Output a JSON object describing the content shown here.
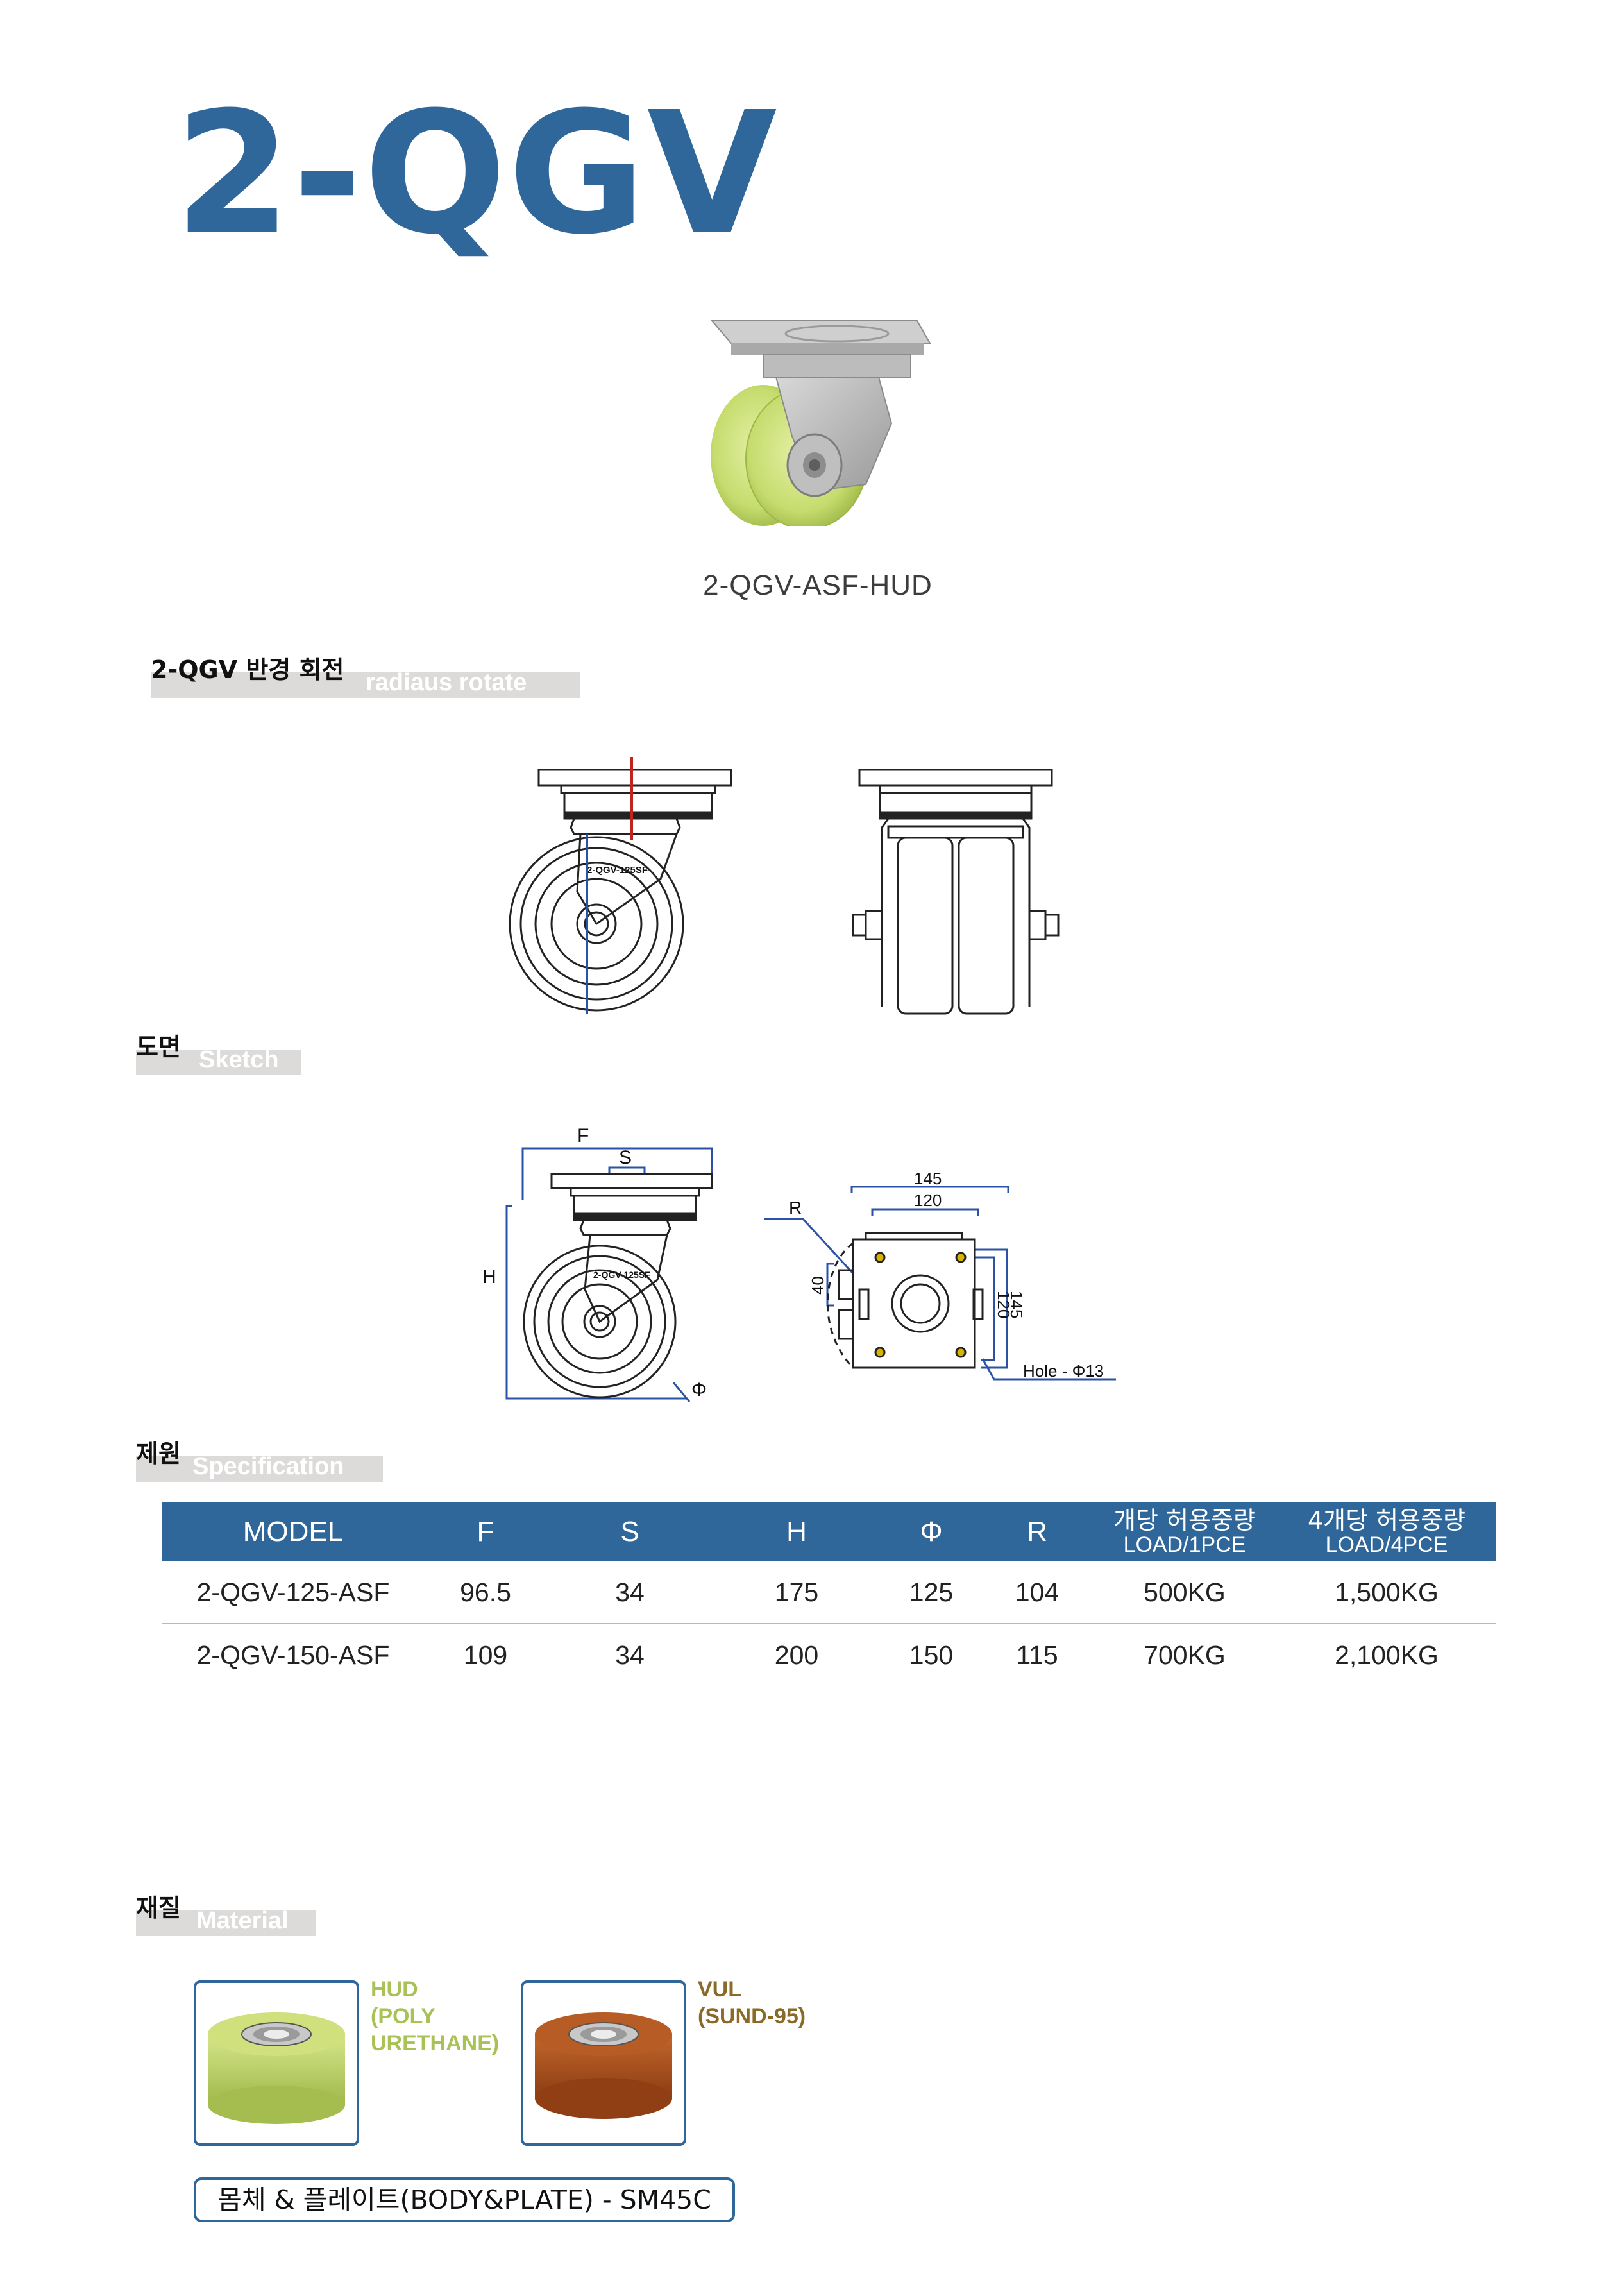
{
  "title": "2-QGV",
  "product_caption": "2-QGV-ASF-HUD",
  "sections": {
    "rotate": {
      "ko": "2-QGV 반경 회전",
      "en": "radiaus rotate"
    },
    "sketch": {
      "ko": "도면",
      "en": "Sketch"
    },
    "spec": {
      "ko": "제원",
      "en": "Specification"
    },
    "material": {
      "ko": "재질",
      "en": "Material"
    }
  },
  "drawing_labels": {
    "wheel_marking": "2-QGV-125SF",
    "F": "F",
    "S": "S",
    "H": "H",
    "phi": "Φ",
    "R": "R",
    "dim_145_top": "145",
    "dim_120_top": "120",
    "dim_40": "40",
    "dim_120_side": "120",
    "dim_145_side": "145",
    "hole": "Hole - Φ13"
  },
  "spec_table": {
    "headers": {
      "model": "MODEL",
      "F": "F",
      "S": "S",
      "H": "H",
      "phi": "Φ",
      "R": "R",
      "load1_ko": "개당 허용중량",
      "load1_en": "LOAD/1PCE",
      "load4_ko": "4개당 허용중량",
      "load4_en": "LOAD/4PCE"
    },
    "rows": [
      {
        "model": "2-QGV-125-ASF",
        "F": "96.5",
        "S": "34",
        "H": "175",
        "phi": "125",
        "R": "104",
        "load1": "500KG",
        "load4": "1,500KG"
      },
      {
        "model": "2-QGV-150-ASF",
        "F": "109",
        "S": "34",
        "H": "200",
        "phi": "150",
        "R": "115",
        "load1": "700KG",
        "load4": "2,100KG"
      }
    ]
  },
  "materials": [
    {
      "line1": "HUD",
      "line2": "(POLY",
      "line3": "URETHANE)",
      "color": "#a9c255",
      "wheel_color": "#c3d86a"
    },
    {
      "line1": "VUL",
      "line2": "(SUND-95)",
      "line3": "",
      "color": "#8a6a26",
      "wheel_color": "#b2581f"
    }
  ],
  "body_plate": "몸체 & 플레이트(BODY&PLATE) - SM45C",
  "colors": {
    "brand_blue": "#30679b",
    "section_gray": "#dddbda"
  }
}
